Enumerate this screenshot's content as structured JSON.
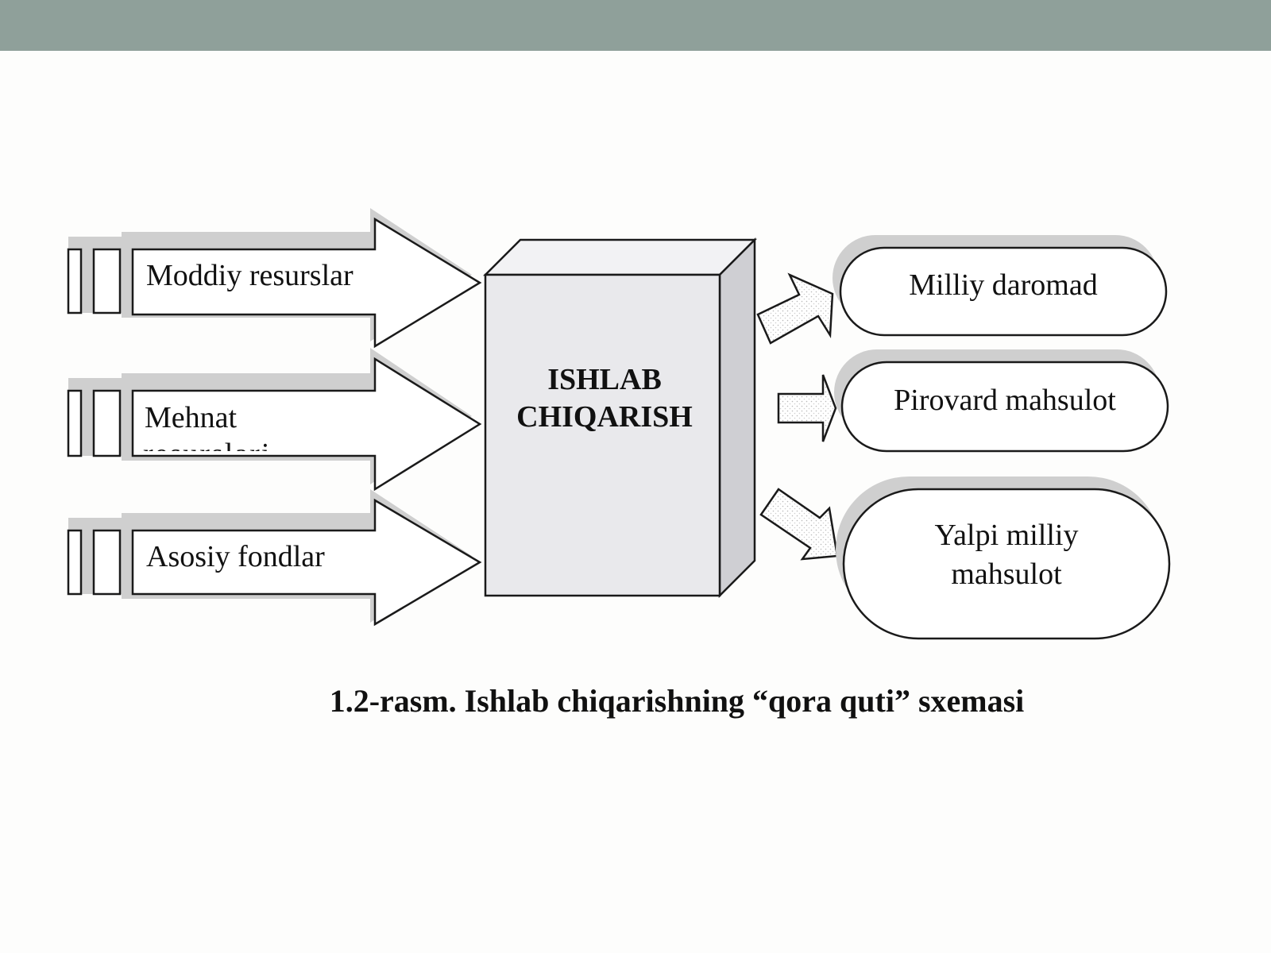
{
  "diagram": {
    "inputs": [
      {
        "label": "Moddiy resurslar"
      },
      {
        "label": "Mehnat",
        "label_overflow": "resurslari"
      },
      {
        "label": "Asosiy fondlar"
      }
    ],
    "center": {
      "line1": "ISHLAB",
      "line2": "CHIQARISH"
    },
    "outputs": [
      {
        "label": "Milliy daromad"
      },
      {
        "label": "Pirovard mahsulot"
      },
      {
        "label_line1": "Yalpi milliy",
        "label_line2": "mahsulot"
      }
    ],
    "caption": "1.2-rasm. Ishlab chiqarishning “qora quti” sxemasi"
  },
  "colors": {
    "topbar": "#8fa09a",
    "background": "#fdfdfc",
    "stroke": "#1a1a1a",
    "box_front": "#e9e9ec",
    "box_side": "#cfcfd3",
    "shadow": "#cfcfcf"
  }
}
